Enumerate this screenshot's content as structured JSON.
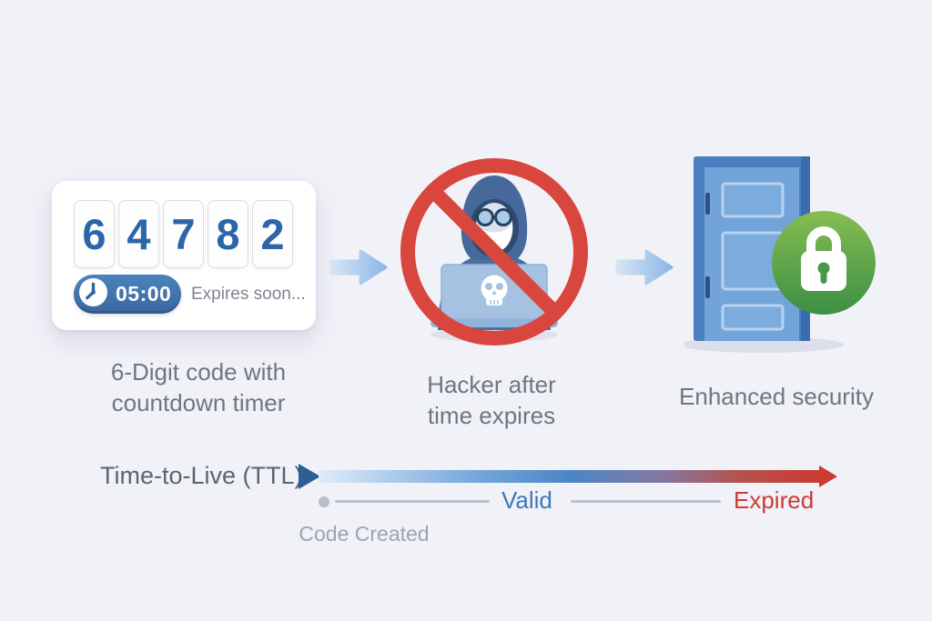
{
  "card": {
    "digits": [
      "6",
      "4",
      "7",
      "8",
      "2"
    ],
    "timer_value": "05:00",
    "expires_text": "Expires soon...",
    "caption": [
      "6-Digit code with",
      "countdown timer"
    ]
  },
  "hacker": {
    "caption": [
      "Hacker after",
      "time expires"
    ]
  },
  "security": {
    "caption": "Enhanced security"
  },
  "timeline": {
    "label": "Time-to-Live (TTL)",
    "start_label": "Code Created",
    "valid_label": "Valid",
    "expired_label": "Expired"
  },
  "icons": [
    "clock-icon",
    "arrow-right-icon",
    "prohibition-icon",
    "hacker-figure",
    "skull-icon",
    "door-icon",
    "lock-badge-icon",
    "play-triangle-icon"
  ],
  "colors": {
    "background": "#f1f1f8",
    "digit_blue": "#2b66a8",
    "timer_pill_blue": "#3f72ab",
    "prohibition_red": "#d9463e",
    "door_blue": "#4a7ec0",
    "lock_green": "#3f9145",
    "arrow_blue": "#8cb6e7",
    "valid_blue": "#3b78b8",
    "expired_red": "#cf3a32",
    "caption_gray": "#6e7681"
  }
}
